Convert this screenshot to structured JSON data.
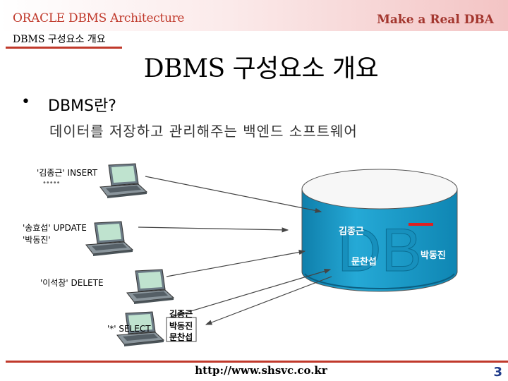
{
  "header": {
    "title": "ORACLE DBMS Architecture",
    "right_title": "Make a Real DBA",
    "subtitle": "DBMS 구성요소 개요"
  },
  "slide": {
    "title": "DBMS 구성요소 개요",
    "bullet_symbol": "•",
    "bullet_text": "DBMS란?",
    "definition": "데이터를 저장하고 관리해주는 백엔드 소프트웨어"
  },
  "clients": {
    "insert_label": "'김종근' INSERT",
    "insert_dots": "•••••",
    "update_label_1": "'송효섭' UPDATE",
    "update_label_2": "'박동진'",
    "delete_label": "'이석창' DELETE",
    "select_label": "'*' SELECT"
  },
  "database": {
    "label": "DB",
    "records": [
      "김종근",
      "문찬섭",
      "박동진"
    ]
  },
  "select_result": [
    "김종근",
    "박동진",
    "문찬섭"
  ],
  "footer": {
    "url": "http://www.shsvc.co.kr",
    "page_number": "3"
  },
  "colors": {
    "accent": "#c0392b",
    "db_fill": "#1a9bc8",
    "db_top": "#f7f7f7",
    "page_number": "#1f3b8a"
  }
}
